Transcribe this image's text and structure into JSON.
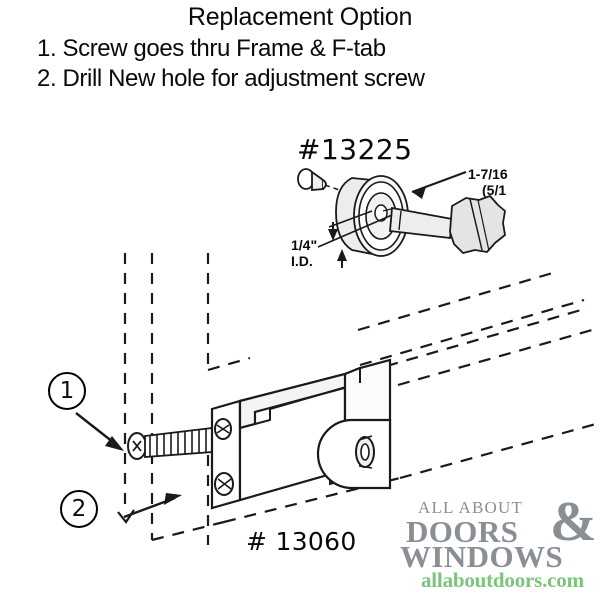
{
  "document": {
    "title": "Replacement Option",
    "instructions": [
      "1. Screw goes thru Frame & F-tab",
      "2. Drill New hole for adjustment screw"
    ]
  },
  "parts": {
    "top": {
      "number": "#13225",
      "dimensions": {
        "outer_diameter_line1": "1-7/16",
        "outer_diameter_line2": "(5/1",
        "inner_diameter_line1": "1/4\"",
        "inner_diameter_line2": "I.D."
      }
    },
    "bottom": {
      "number": "# 13060"
    }
  },
  "callouts": [
    {
      "number": "1"
    },
    {
      "number": "2"
    }
  ],
  "logo": {
    "line_all_about": "ALL ABOUT",
    "line_doors": "DOORS",
    "line_windows": "WINDOWS",
    "ampersand": "&",
    "url": "allaboutdoors.com",
    "gray": "#8a8f96",
    "green": "#7cc47c"
  },
  "colors": {
    "background": "#ffffff",
    "ink": "#000000",
    "shading": "#e8e8e8"
  }
}
